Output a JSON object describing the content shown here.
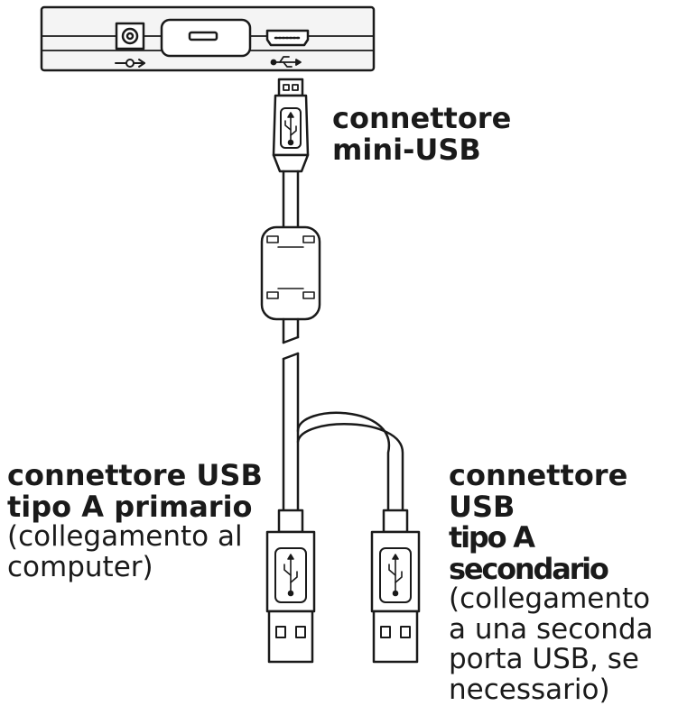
{
  "colors": {
    "stroke": "#1a1a1a",
    "device_fill": "#f4f4f4",
    "cable_fill": "#ffffff"
  },
  "icons": [
    "usb-symbol-icon",
    "power-symbol-icon"
  ],
  "labels": {
    "mini_usb": {
      "line1": "connettore",
      "line2": "mini-USB"
    },
    "primary": {
      "line1": "connettore USB",
      "line2": "tipo A primario",
      "line3": "(collegamento al",
      "line4": "computer)"
    },
    "secondary": {
      "line1": "connettore USB",
      "line2": "tipo A secondario",
      "line3": "(collegamento",
      "line4": "a una seconda",
      "line5": "porta USB, se",
      "line6": "necessario)"
    }
  }
}
